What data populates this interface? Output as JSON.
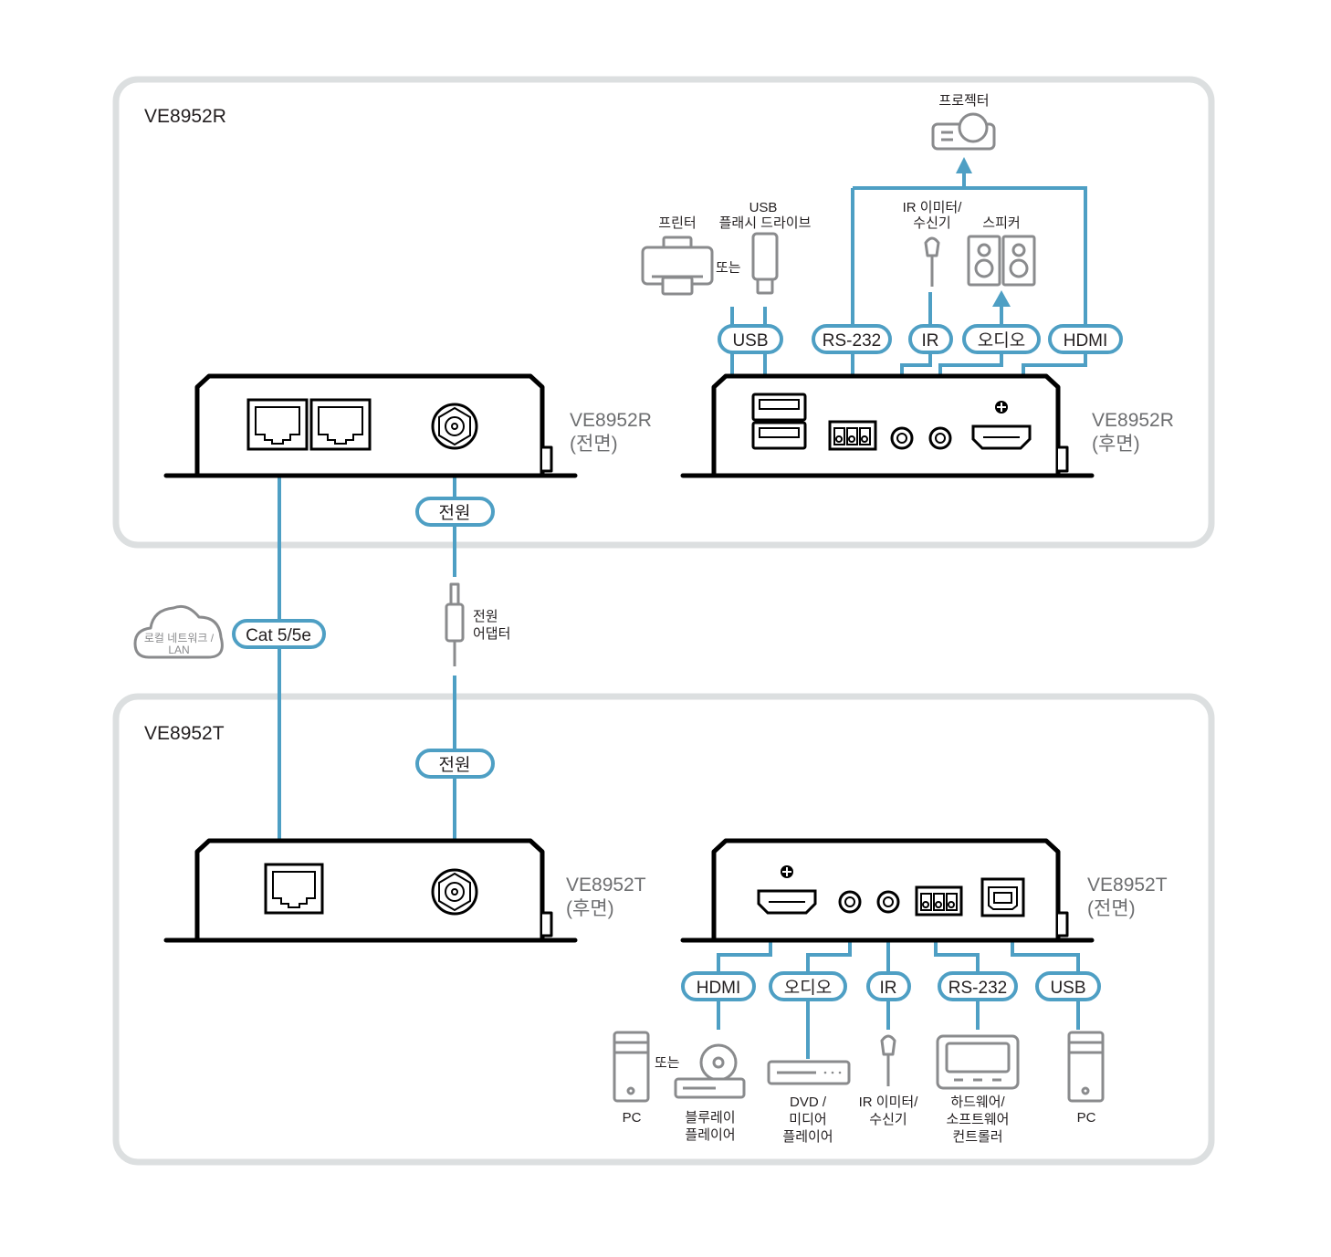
{
  "receiver_panel": {
    "title": "VE8952R",
    "front_unit": {
      "label_model": "VE8952R",
      "label_side": "(전면)"
    },
    "rear_unit": {
      "label_model": "VE8952R",
      "label_side": "(후면)"
    },
    "power_pill": "전원",
    "rear_pills": {
      "usb": "USB",
      "rs232": "RS-232",
      "ir": "IR",
      "audio": "오디오",
      "hdmi": "HDMI"
    },
    "peripherals": {
      "printer": "프린터",
      "or": "또는",
      "usb_flash_line1": "USB",
      "usb_flash_line2": "플래시 드라이브",
      "projector": "프로젝터",
      "ir_line1": "IR 이미터/",
      "ir_line2": "수신기",
      "speaker": "스피커"
    }
  },
  "link": {
    "cable_pill": "Cat 5/5e",
    "cloud_line1": "로컬 네트워크 /",
    "cloud_line2": "LAN",
    "adapter_line1": "전원",
    "adapter_line2": "어댑터"
  },
  "transmitter_panel": {
    "title": "VE8952T",
    "rear_unit": {
      "label_model": "VE8952T",
      "label_side": "(후면)"
    },
    "front_unit": {
      "label_model": "VE8952T",
      "label_side": "(전면)"
    },
    "power_pill": "전원",
    "front_pills": {
      "hdmi": "HDMI",
      "audio": "오디오",
      "ir": "IR",
      "rs232": "RS-232",
      "usb": "USB"
    },
    "peripherals": {
      "pc_left": "PC",
      "or": "또는",
      "bluray_line1": "블루레이",
      "bluray_line2": "플레이어",
      "dvd_line1": "DVD /",
      "dvd_line2": "미디어",
      "dvd_line3": "플레이어",
      "ir_line1": "IR 이미터/",
      "ir_line2": "수신기",
      "controller_line1": "하드웨어/",
      "controller_line2": "소프트웨어",
      "controller_line3": "컨트롤러",
      "pc_right": "PC"
    }
  },
  "colors": {
    "wire": "#4e9fc4",
    "panel_border": "#dcdfe0",
    "device": "#000000",
    "accessory": "#8a8b8d"
  }
}
